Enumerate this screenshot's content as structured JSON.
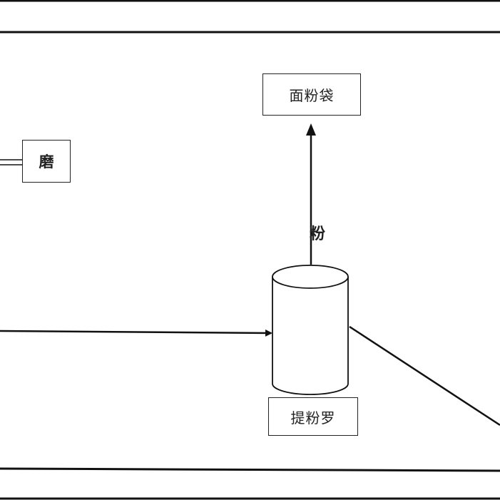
{
  "diagram": {
    "nodes": {
      "flour_bag": "面粉袋",
      "mill": "磨",
      "sifter": "提粉罗"
    },
    "edge_labels": {
      "flour": "粉"
    }
  }
}
